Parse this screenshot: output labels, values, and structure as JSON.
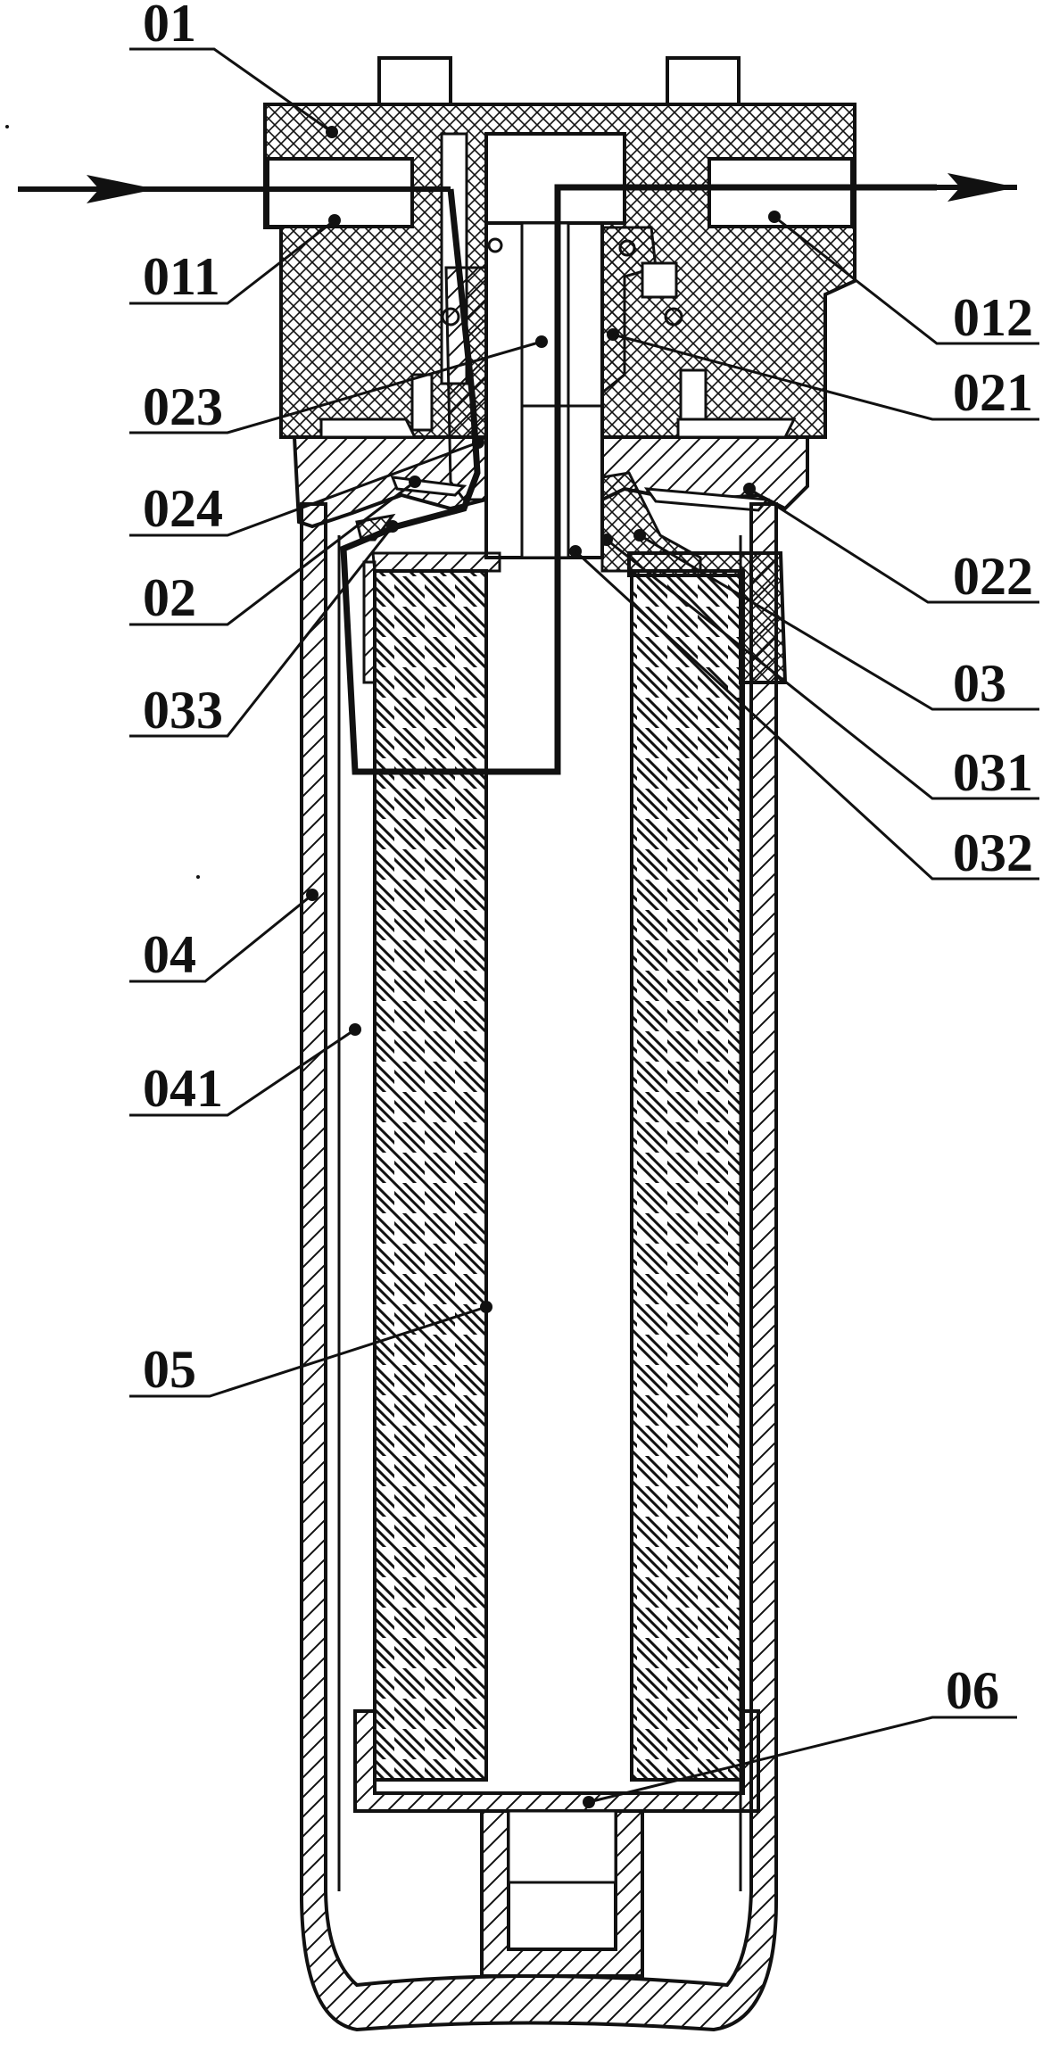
{
  "labels": {
    "l01": "01",
    "l011": "011",
    "l012": "012",
    "l021": "021",
    "l023": "023",
    "l024": "024",
    "l02": "02",
    "l022": "022",
    "l033": "033",
    "l03": "03",
    "l031": "031",
    "l032": "032",
    "l04": "04",
    "l041": "041",
    "l05": "05",
    "l06": "06"
  },
  "colors": {
    "ink": "#111111",
    "paper": "#ffffff"
  }
}
